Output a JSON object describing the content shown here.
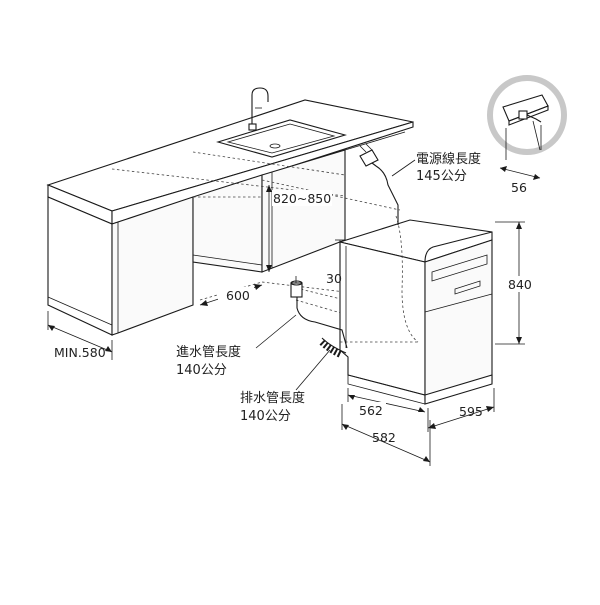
{
  "dimensions": {
    "counter_height": "820~850",
    "cabinet_gap_width": "600",
    "base_gap": "30",
    "min_depth": "MIN.580",
    "unit_height": "840",
    "unit_width": "595",
    "unit_depth_body": "562",
    "unit_depth_total": "582",
    "plug_clearance": "56"
  },
  "labels": {
    "power_cord": {
      "title": "電源線長度",
      "length": "145公分"
    },
    "inlet_hose": {
      "title": "進水管長度",
      "length": "140公分"
    },
    "drain_hose": {
      "title": "排水管長度",
      "length": "140公分"
    }
  },
  "colors": {
    "line": "#1a1a1a",
    "text": "#222222",
    "callout_ring": "#c8c8c8"
  },
  "icons": [
    "sink-faucet",
    "power-socket-callout",
    "water-inlet-tap",
    "drain-hose"
  ]
}
